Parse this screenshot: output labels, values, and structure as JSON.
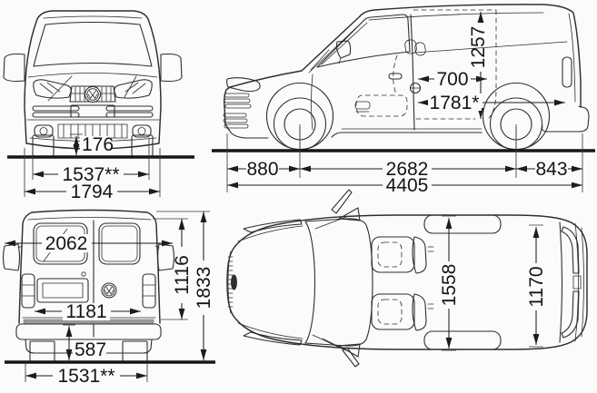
{
  "drawing": {
    "subject": "van-dimensions-four-view-technical-drawing",
    "unit": "mm"
  },
  "colors": {
    "line": "#2e2e2e",
    "dimension": "#1c1c1c",
    "background": "#fbfbfa",
    "sill_shade": "#9a9a9a"
  },
  "views": {
    "front": {
      "label": "front-view",
      "dims": {
        "ground_clearance": "176",
        "front_track": "1537**",
        "body_width": "1794"
      }
    },
    "side": {
      "label": "side-view",
      "dims": {
        "cargo_height": "1257",
        "door_width": "700",
        "cargo_length": "1781*",
        "front_overhang": "880",
        "wheelbase": "2682",
        "rear_overhang": "843",
        "overall_length": "4405"
      }
    },
    "rear": {
      "label": "rear-view",
      "dims": {
        "width_incl_mirrors": "2062",
        "opening_height": "1116",
        "overall_height": "1833",
        "opening_width": "1181",
        "loading_height": "587",
        "rear_track": "1531**"
      }
    },
    "top": {
      "label": "top-view",
      "dims": {
        "cargo_width": "1558",
        "width_between_arches": "1170"
      }
    }
  }
}
